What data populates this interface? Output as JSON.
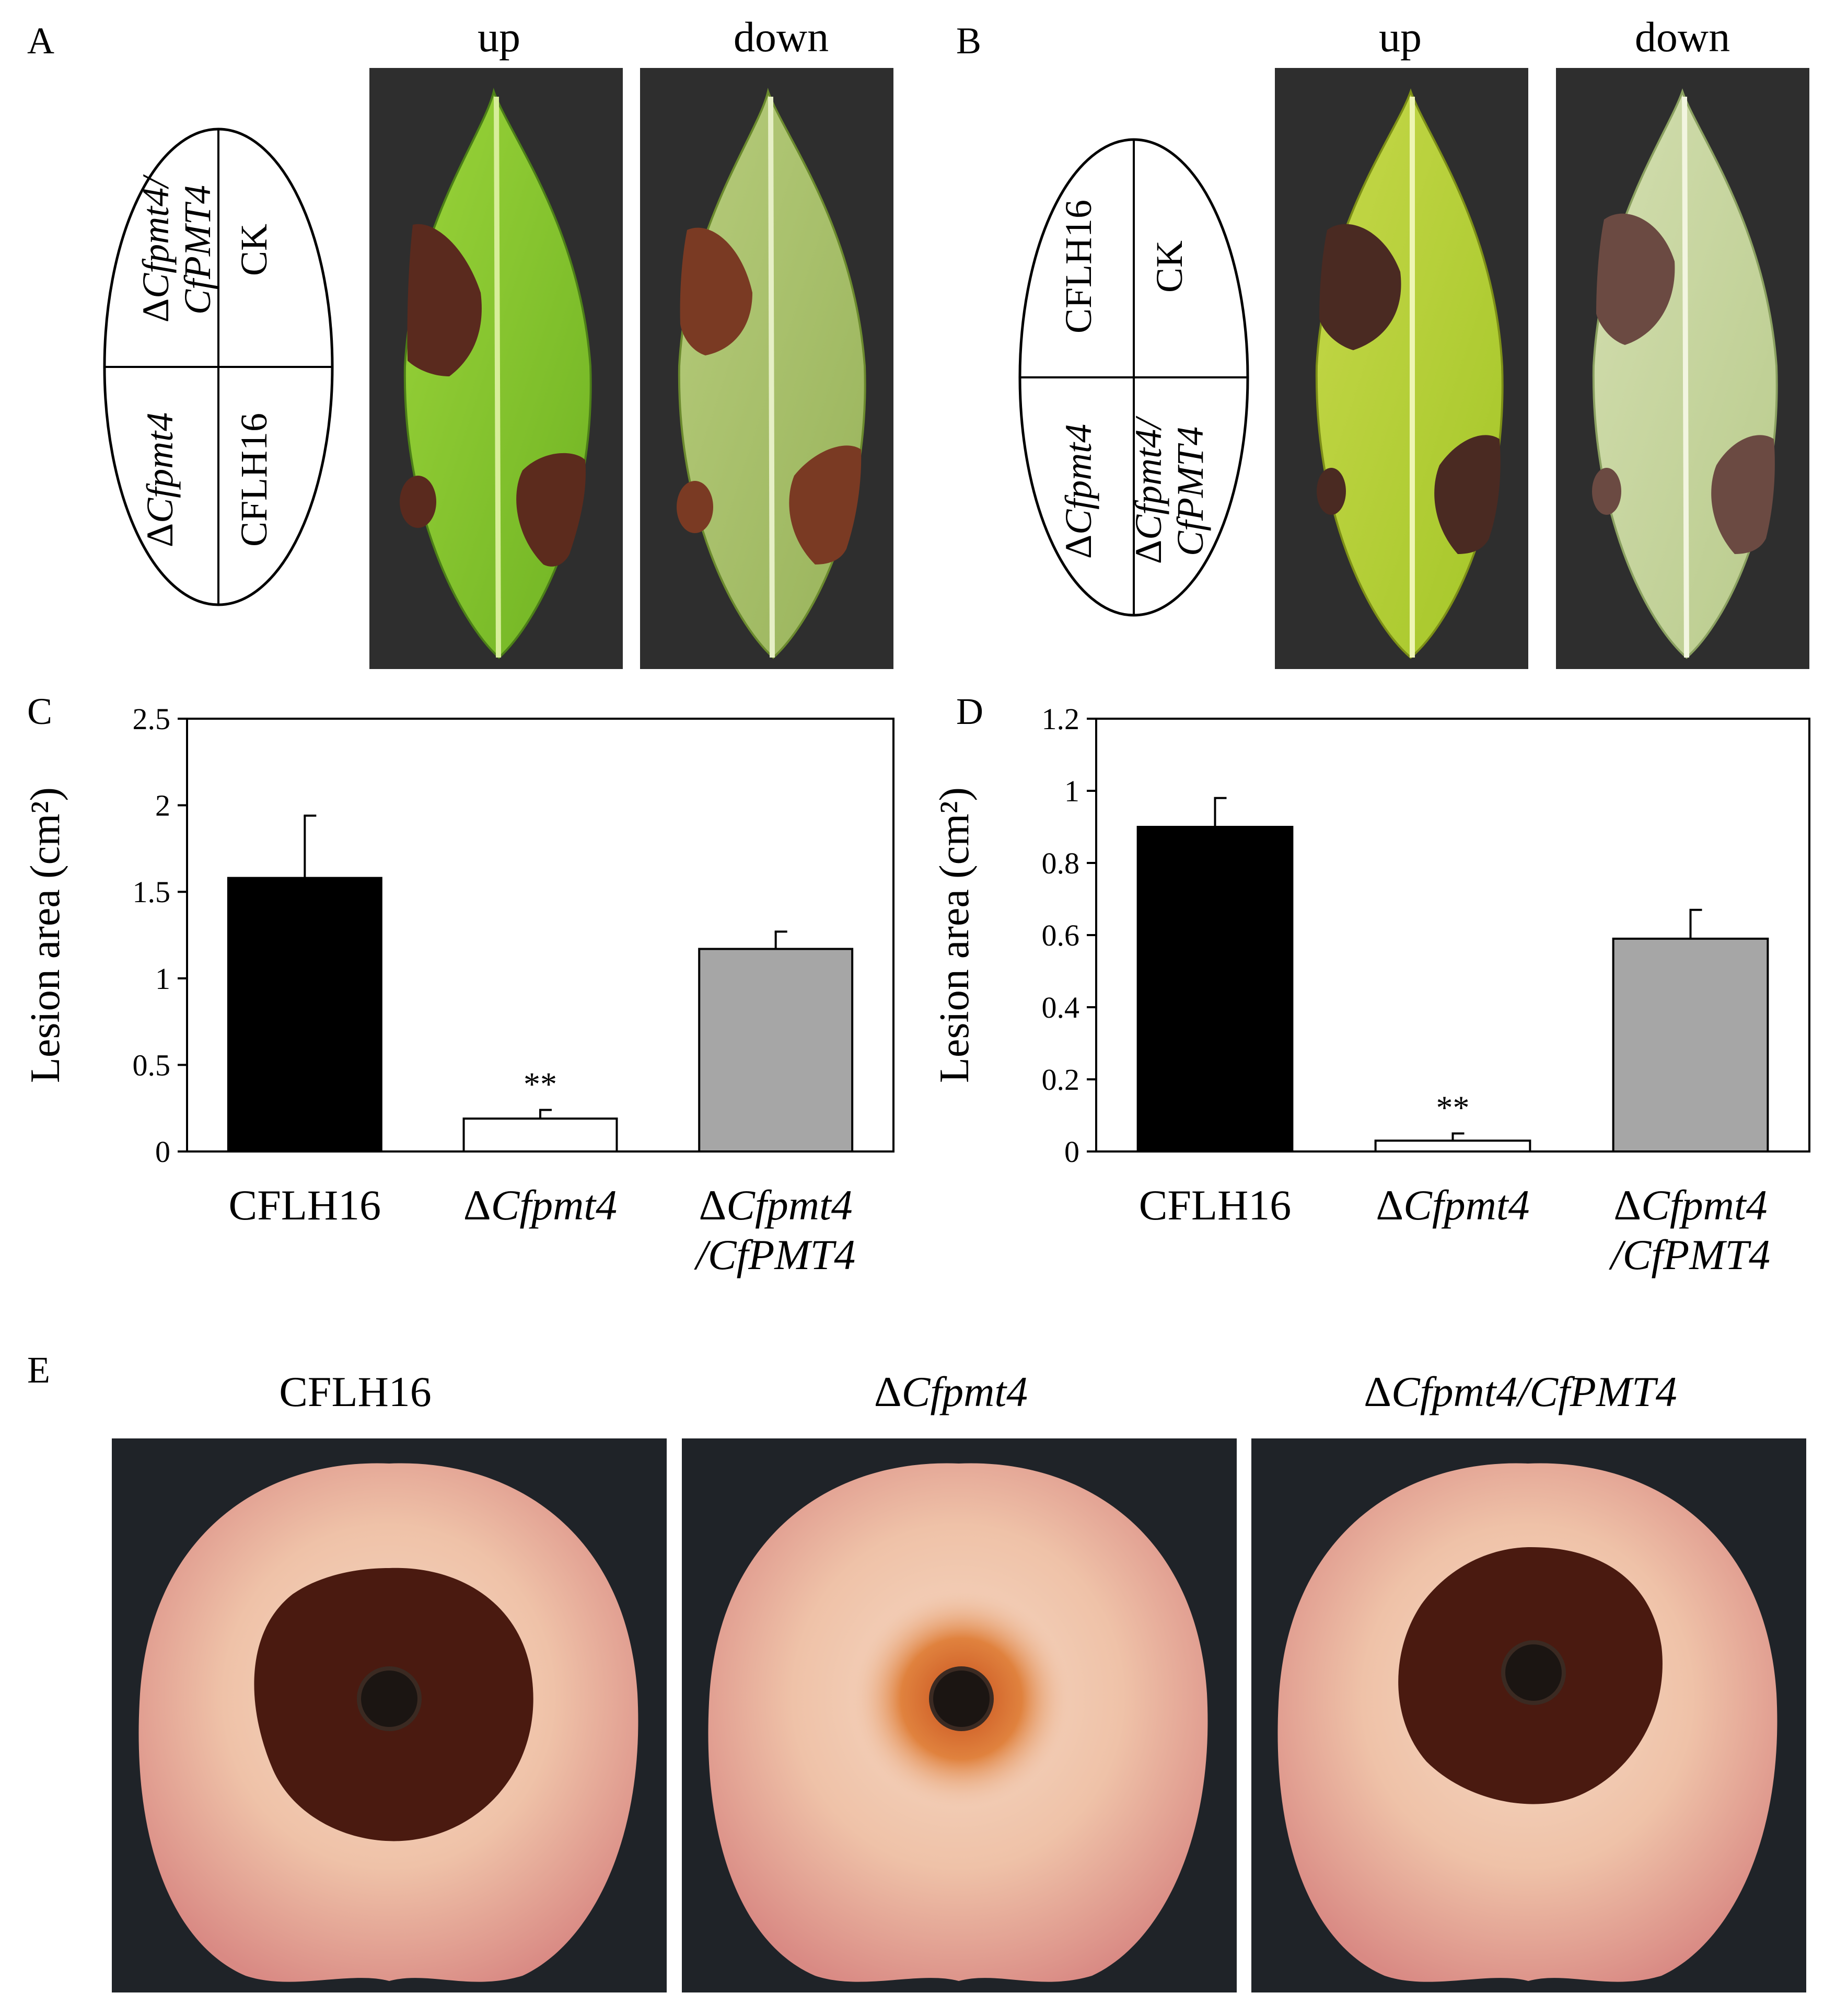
{
  "panels": {
    "A": {
      "letter": "A",
      "photo_headers": [
        "up",
        "down"
      ],
      "diagram": {
        "top_left": {
          "delta": "Δ",
          "line1_italic": "Cfpmt4/",
          "line2_italic": "CfPMT4"
        },
        "top_right": "CK",
        "bottom_left": {
          "delta": "Δ",
          "italic": "Cfpmt4"
        },
        "bottom_right": "CFLH16"
      }
    },
    "B": {
      "letter": "B",
      "photo_headers": [
        "up",
        "down"
      ],
      "diagram": {
        "top_left": "CFLH16",
        "top_right": "CK",
        "bottom_left": {
          "delta": "Δ",
          "italic": "Cfpmt4"
        },
        "bottom_right": {
          "delta": "Δ",
          "line1_italic": "Cfpmt4/",
          "line2_italic": "CfPMT4"
        }
      }
    },
    "E": {
      "letter": "E",
      "titles": [
        {
          "plain": "CFLH16",
          "italic": ""
        },
        {
          "plain": "Δ",
          "italic": "Cfpmt4"
        },
        {
          "plain": "Δ",
          "italic": "Cfpmt4/CfPMT4"
        }
      ]
    }
  },
  "category_labels": [
    {
      "line1_plain": "CFLH16",
      "line1_italic": "",
      "line2_italic": ""
    },
    {
      "line1_plain": "Δ",
      "line1_italic": "Cfpmt4",
      "line2_italic": ""
    },
    {
      "line1_plain": "Δ",
      "line1_italic": "Cfpmt4",
      "line2_italic": "/CfPMT4"
    }
  ],
  "chart_data": [
    {
      "panel": "C",
      "type": "bar",
      "categories": [
        "CFLH16",
        "ΔCfpmt4",
        "ΔCfpmt4/CfPMT4"
      ],
      "values": [
        1.58,
        0.19,
        1.17
      ],
      "errors": [
        0.36,
        0.05,
        0.1
      ],
      "bar_colors": [
        "#000000",
        "#ffffff",
        "#a6a6a6"
      ],
      "significance": [
        "",
        "**",
        ""
      ],
      "ylabel": "Lesion area (cm²)",
      "ylim": [
        0,
        2.5
      ],
      "yticks": [
        0,
        0.5,
        1,
        1.5,
        2,
        2.5
      ],
      "ytick_labels": [
        "0",
        "0.5",
        "1",
        "1.5",
        "2",
        "2.5"
      ],
      "grid": false
    },
    {
      "panel": "D",
      "type": "bar",
      "categories": [
        "CFLH16",
        "ΔCfpmt4",
        "ΔCfpmt4/CfPMT4"
      ],
      "values": [
        0.9,
        0.03,
        0.59
      ],
      "errors": [
        0.08,
        0.02,
        0.08
      ],
      "bar_colors": [
        "#000000",
        "#ffffff",
        "#a6a6a6"
      ],
      "significance": [
        "",
        "**",
        ""
      ],
      "ylabel": "Lesion area (cm²)",
      "ylim": [
        0,
        1.2
      ],
      "yticks": [
        0,
        0.2,
        0.4,
        0.6,
        0.8,
        1,
        1.2
      ],
      "ytick_labels": [
        "0",
        "0.2",
        "0.4",
        "0.6",
        "0.8",
        "1",
        "1.2"
      ],
      "grid": false
    }
  ],
  "colors": {
    "photo_background": "#2e2e2e",
    "leaf_green": "#8ccb2c",
    "leaf_underside": "#a9c06a",
    "lesion_brown": "#5a2a1e",
    "apple_skin": "#f0c4a8",
    "apple_lesion": "#4a1a10",
    "apple_background": "#1f2328"
  }
}
